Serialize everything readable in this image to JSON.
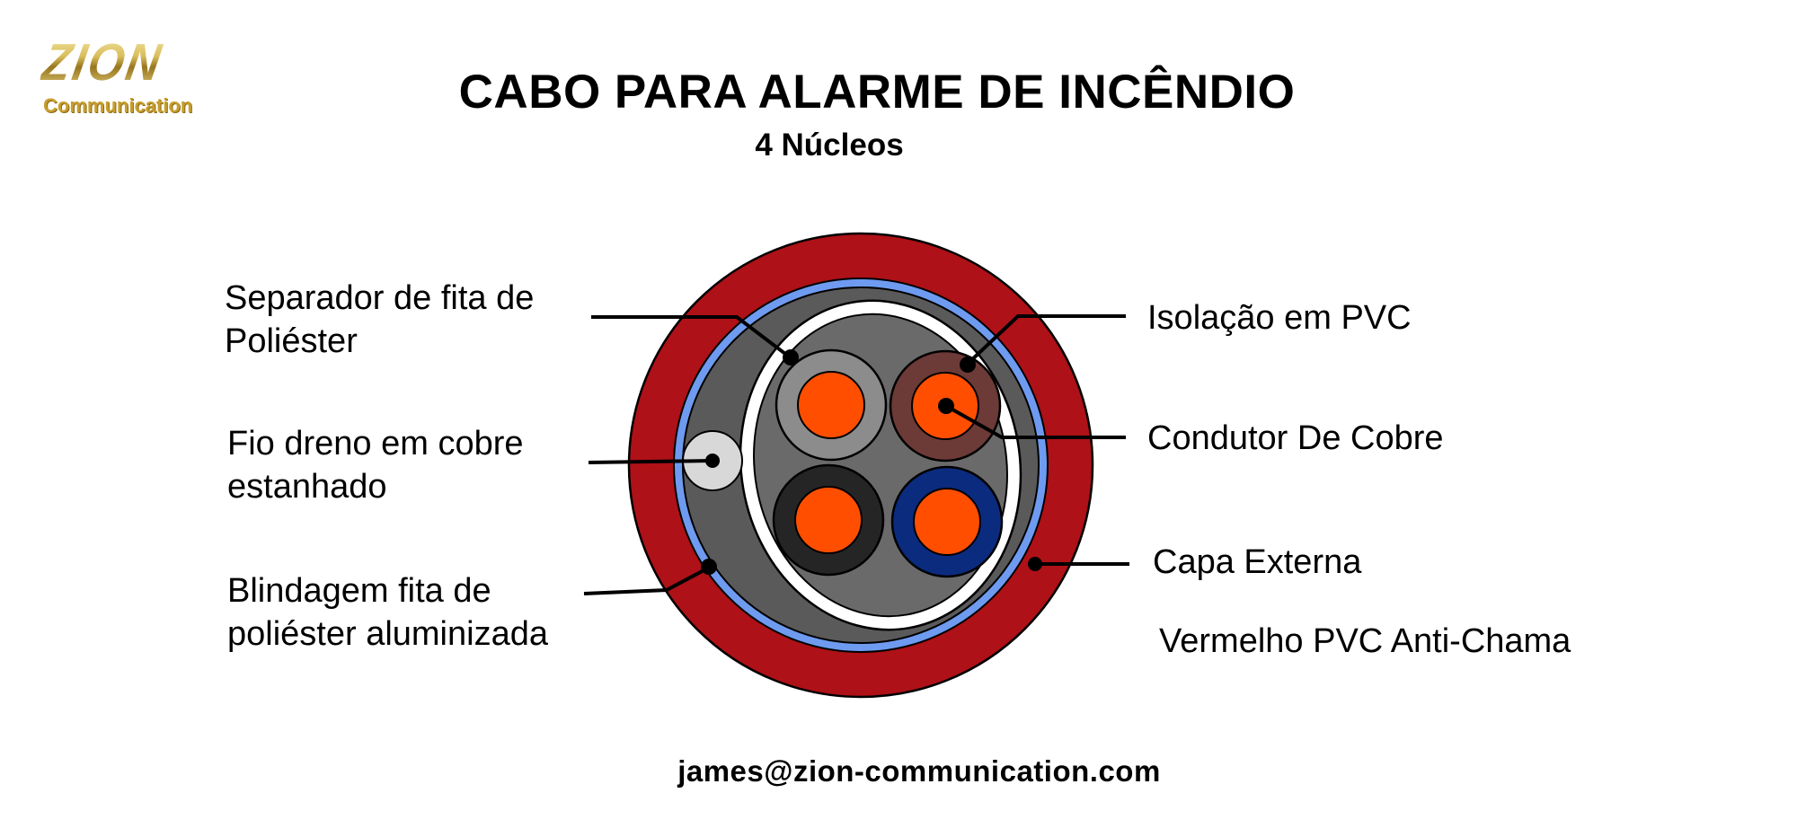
{
  "logo": {
    "brand": "ZION",
    "subtitle": "Communication"
  },
  "header": {
    "title": "CABO PARA ALARME DE INCÊNDIO",
    "subtitle": "4 Núcleos"
  },
  "labels": {
    "separador_l1": "Separador de fita de",
    "separador_l2": "Poliéster",
    "fio_dreno_l1": "Fio dreno em cobre",
    "fio_dreno_l2": "estanhado",
    "blindagem_l1": "Blindagem fita de",
    "blindagem_l2": "poliéster aluminizada",
    "isolacao": "Isolação em PVC",
    "condutor": "Condutor De Cobre",
    "capa_l1": "Capa Externa",
    "capa_l2": "Vermelho PVC Anti-Chama"
  },
  "footer": {
    "email": "james@zion-communication.com"
  },
  "colors": {
    "jacket_red": "#AE1117",
    "shield_blue": "#6E9BF0",
    "filler_gray": "#5A5A5A",
    "inner_gray": "#6A6A6A",
    "tape_white": "#FFFFFF",
    "insulation_gray": "#8C8C8C",
    "insulation_brown": "#6C3A37",
    "insulation_black": "#252525",
    "insulation_blue": "#0B2B7F",
    "copper_orange": "#FF4E00",
    "drain_gray": "#D8D8D8",
    "line_black": "#000000"
  }
}
